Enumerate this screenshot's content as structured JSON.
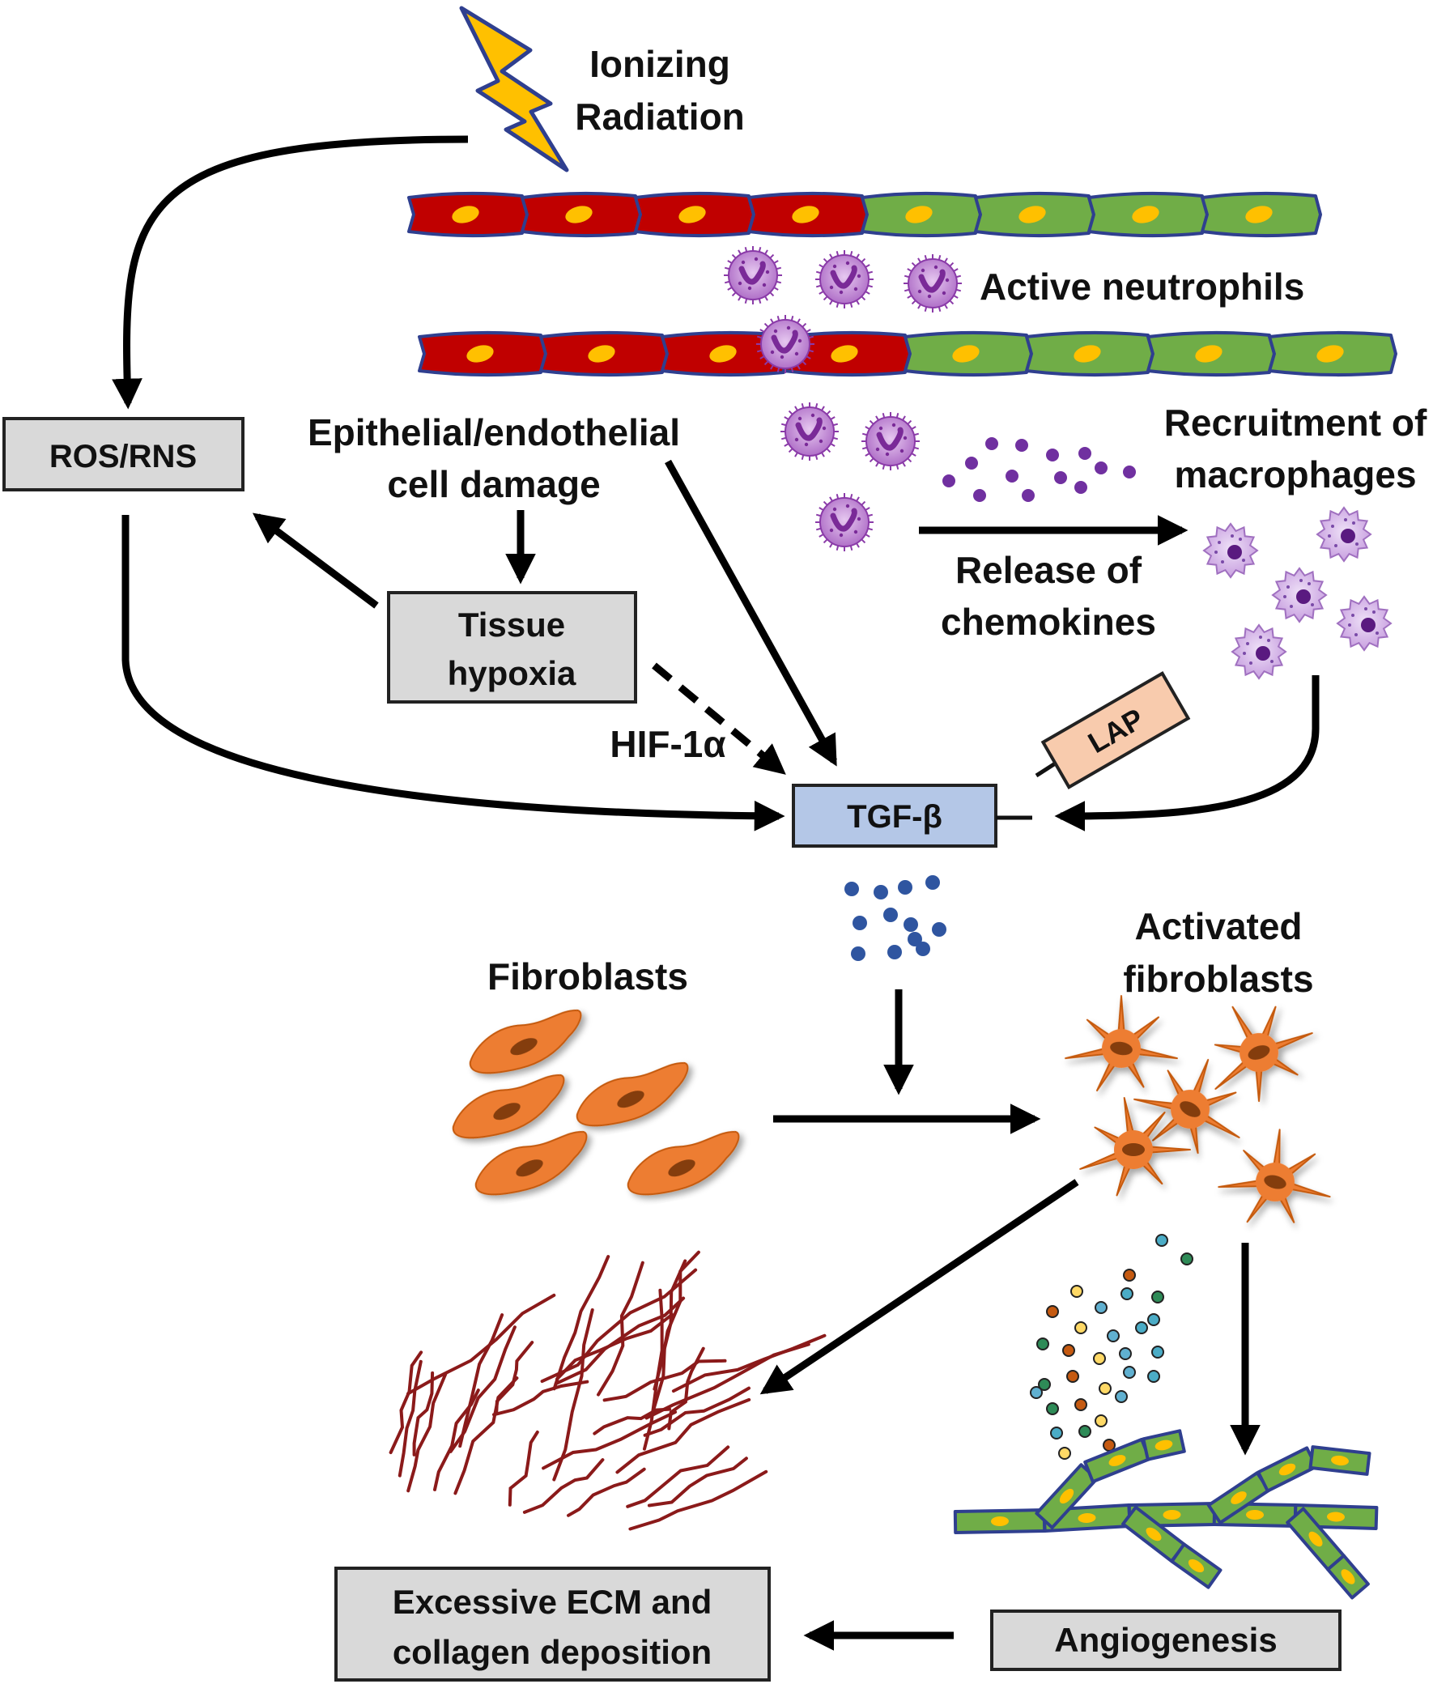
{
  "colors": {
    "damaged_cell": "#c00000",
    "healthy_cell": "#70ad47",
    "cell_nucleus": "#ffc000",
    "cell_outline": "#2f3f8f",
    "neutrophil": "#b070c8",
    "macrophage": "#c8a0e0",
    "chemokine_dot": "#7030a0",
    "tgf_dot": "#2f55a0",
    "fibroblast": "#ed7d31",
    "collagen": "#8b1a1a",
    "box_fill": "#d9d9d9",
    "tgf_box_fill": "#b4c7e7",
    "lap_fill": "#f8cbad",
    "lightning": "#ffc000"
  },
  "labels": {
    "ionizing": "Ionizing",
    "radiation": "Radiation",
    "active_neutrophils": "Active neutrophils",
    "damage_line1": "Epithelial/endothelial",
    "damage_line2": "cell damage",
    "recruitment_line1": "Recruitment of",
    "recruitment_line2": "macrophages",
    "release_line1": "Release of",
    "release_line2": "chemokines",
    "hif": "HIF-1α",
    "fibroblasts": "Fibroblasts",
    "activated_line1": "Activated",
    "activated_line2": "fibroblasts"
  },
  "boxes": {
    "ros_rns": "ROS/RNS",
    "tissue_line1": "Tissue",
    "tissue_line2": "hypoxia",
    "tgf_beta": "TGF-β",
    "lap": "LAP",
    "ecm_line1": "Excessive ECM and",
    "ecm_line2": "collagen deposition",
    "angiogenesis": "Angiogenesis"
  }
}
